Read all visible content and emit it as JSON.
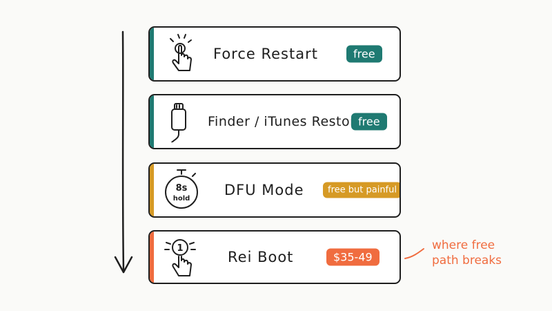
{
  "colors": {
    "ink": "#1e1e1e",
    "teal": "#1f7a72",
    "mustard": "#d69a25",
    "coral": "#f06c3f"
  },
  "steps": [
    {
      "label": "Force  Restart",
      "badge": "free",
      "icon": "finger-tap-icon",
      "stripe_color": "#1f7a72",
      "badge_color": "#1f7a72"
    },
    {
      "label": "Finder / iTunes Restore",
      "badge": "free",
      "icon": "lightning-cable-icon",
      "stripe_color": "#1f7a72",
      "badge_color": "#1f7a72"
    },
    {
      "label": "DFU  Mode",
      "badge": "free but painful",
      "icon": "stopwatch-icon",
      "icon_text_top": "8s",
      "icon_text_bottom": "hold",
      "stripe_color": "#d69a25",
      "badge_color": "#d69a25"
    },
    {
      "label": "Rei Boot",
      "badge": "$35-49",
      "icon": "one-click-icon",
      "icon_text": "1",
      "stripe_color": "#f06c3f",
      "badge_color": "#f06c3f"
    }
  ],
  "annotation": {
    "line1": "where free",
    "line2": "path breaks"
  }
}
